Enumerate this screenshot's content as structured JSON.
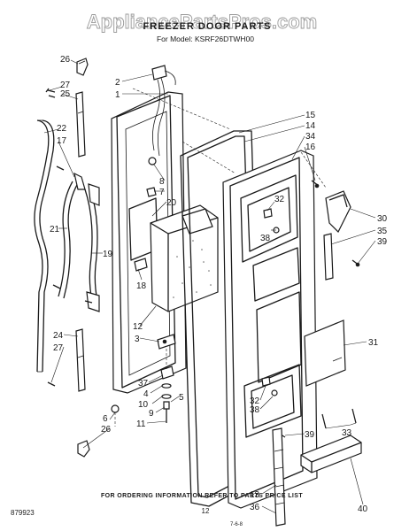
{
  "watermark": "AppliancePartsPros.com",
  "title": "FREEZER DOOR PARTS",
  "model_line": "For Model: KSRF26DTWH00",
  "footer": {
    "left_code": "879923",
    "instruction": "FOR ORDERING INFORMATION REFER TO PARTS PRICE LIST",
    "page_number": "12",
    "small_mark": "7-6-8"
  },
  "callouts": [
    {
      "id": "c26a",
      "text": "26"
    },
    {
      "id": "c27a",
      "text": "27"
    },
    {
      "id": "c25",
      "text": "25"
    },
    {
      "id": "c2",
      "text": "2"
    },
    {
      "id": "c1",
      "text": "1"
    },
    {
      "id": "c22",
      "text": "22"
    },
    {
      "id": "c17",
      "text": "17"
    },
    {
      "id": "c15",
      "text": "15"
    },
    {
      "id": "c14",
      "text": "14"
    },
    {
      "id": "c34",
      "text": "34"
    },
    {
      "id": "c16",
      "text": "16"
    },
    {
      "id": "c8",
      "text": "8"
    },
    {
      "id": "c7",
      "text": "7"
    },
    {
      "id": "c20",
      "text": "20"
    },
    {
      "id": "c32a",
      "text": "32"
    },
    {
      "id": "c38a",
      "text": "38"
    },
    {
      "id": "c21",
      "text": "21"
    },
    {
      "id": "c19",
      "text": "19"
    },
    {
      "id": "c30",
      "text": "30"
    },
    {
      "id": "c35",
      "text": "35"
    },
    {
      "id": "c39a",
      "text": "39"
    },
    {
      "id": "c18",
      "text": "18"
    },
    {
      "id": "c12",
      "text": "12"
    },
    {
      "id": "c3",
      "text": "3"
    },
    {
      "id": "c24",
      "text": "24"
    },
    {
      "id": "c27b",
      "text": "27"
    },
    {
      "id": "c31",
      "text": "31"
    },
    {
      "id": "c37",
      "text": "37"
    },
    {
      "id": "c4",
      "text": "4"
    },
    {
      "id": "c10",
      "text": "10"
    },
    {
      "id": "c5",
      "text": "5"
    },
    {
      "id": "c9",
      "text": "9"
    },
    {
      "id": "c11",
      "text": "11"
    },
    {
      "id": "c6",
      "text": "6"
    },
    {
      "id": "c26b",
      "text": "26"
    },
    {
      "id": "c32b",
      "text": "32"
    },
    {
      "id": "c38b",
      "text": "38"
    },
    {
      "id": "c39b",
      "text": "39"
    },
    {
      "id": "c33",
      "text": "33"
    },
    {
      "id": "c13",
      "text": "13"
    },
    {
      "id": "c36",
      "text": "36"
    },
    {
      "id": "c40",
      "text": "40"
    }
  ]
}
